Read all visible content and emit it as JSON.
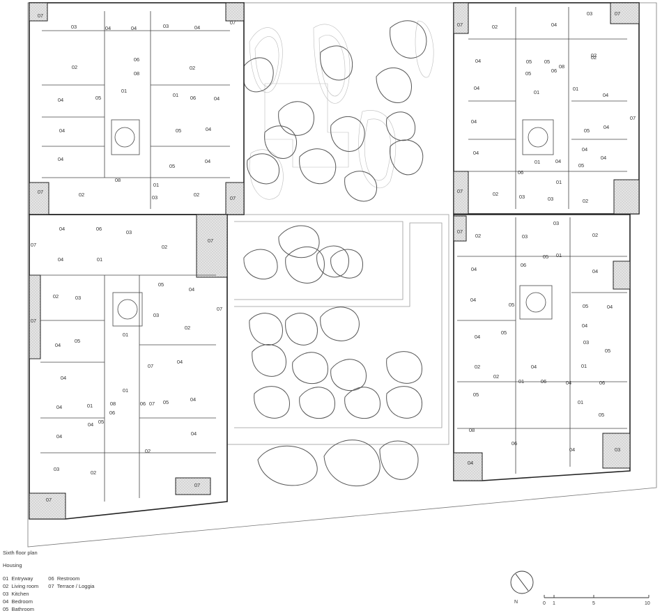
{
  "plan": {
    "title": "Sixth floor plan",
    "subtitle": "Housing",
    "legend": [
      {
        "code": "01",
        "label": "Entryway"
      },
      {
        "code": "02",
        "label": "Living room"
      },
      {
        "code": "03",
        "label": "Kitchen"
      },
      {
        "code": "04",
        "label": "Bedroom"
      },
      {
        "code": "05",
        "label": "Bathroom"
      },
      {
        "code": "06",
        "label": "Restroom"
      },
      {
        "code": "07",
        "label": "Terrace / Loggia"
      }
    ],
    "north_label": "N",
    "scale_labels": [
      "0",
      "1",
      "5",
      "10"
    ]
  },
  "room_labels": [
    "07",
    "03",
    "04",
    "04",
    "03",
    "04",
    "07",
    "02",
    "06",
    "08",
    "02",
    "01",
    "04",
    "05",
    "06",
    "01",
    "04",
    "04",
    "05",
    "04",
    "04",
    "05",
    "04",
    "07",
    "02",
    "08",
    "01",
    "02",
    "07",
    "03",
    "07",
    "02",
    "03",
    "04",
    "04",
    "07",
    "04",
    "05",
    "02",
    "05",
    "05",
    "01",
    "01",
    "04",
    "04",
    "08",
    "06",
    "04",
    "04",
    "05",
    "02",
    "05",
    "06",
    "04",
    "04",
    "01",
    "01",
    "04",
    "07",
    "02",
    "03",
    "03",
    "02",
    "07",
    "04",
    "06",
    "03",
    "07",
    "02",
    "04",
    "01",
    "07",
    "02",
    "03",
    "05",
    "04",
    "07",
    "03",
    "02",
    "04",
    "05",
    "01",
    "04",
    "07",
    "07",
    "04",
    "04",
    "04",
    "01",
    "06",
    "07",
    "05",
    "04",
    "01",
    "05",
    "08",
    "06",
    "04",
    "04",
    "02",
    "03",
    "02",
    "07",
    "07",
    "02",
    "03",
    "02",
    "03",
    "07",
    "04",
    "06",
    "05",
    "01",
    "04",
    "04",
    "05",
    "04",
    "05",
    "04",
    "05",
    "03",
    "04",
    "05",
    "02",
    "04",
    "01",
    "02",
    "01",
    "06",
    "06",
    "05",
    "04",
    "01",
    "05",
    "08",
    "06",
    "04",
    "04",
    "03",
    "02",
    "02",
    "07",
    "07"
  ]
}
